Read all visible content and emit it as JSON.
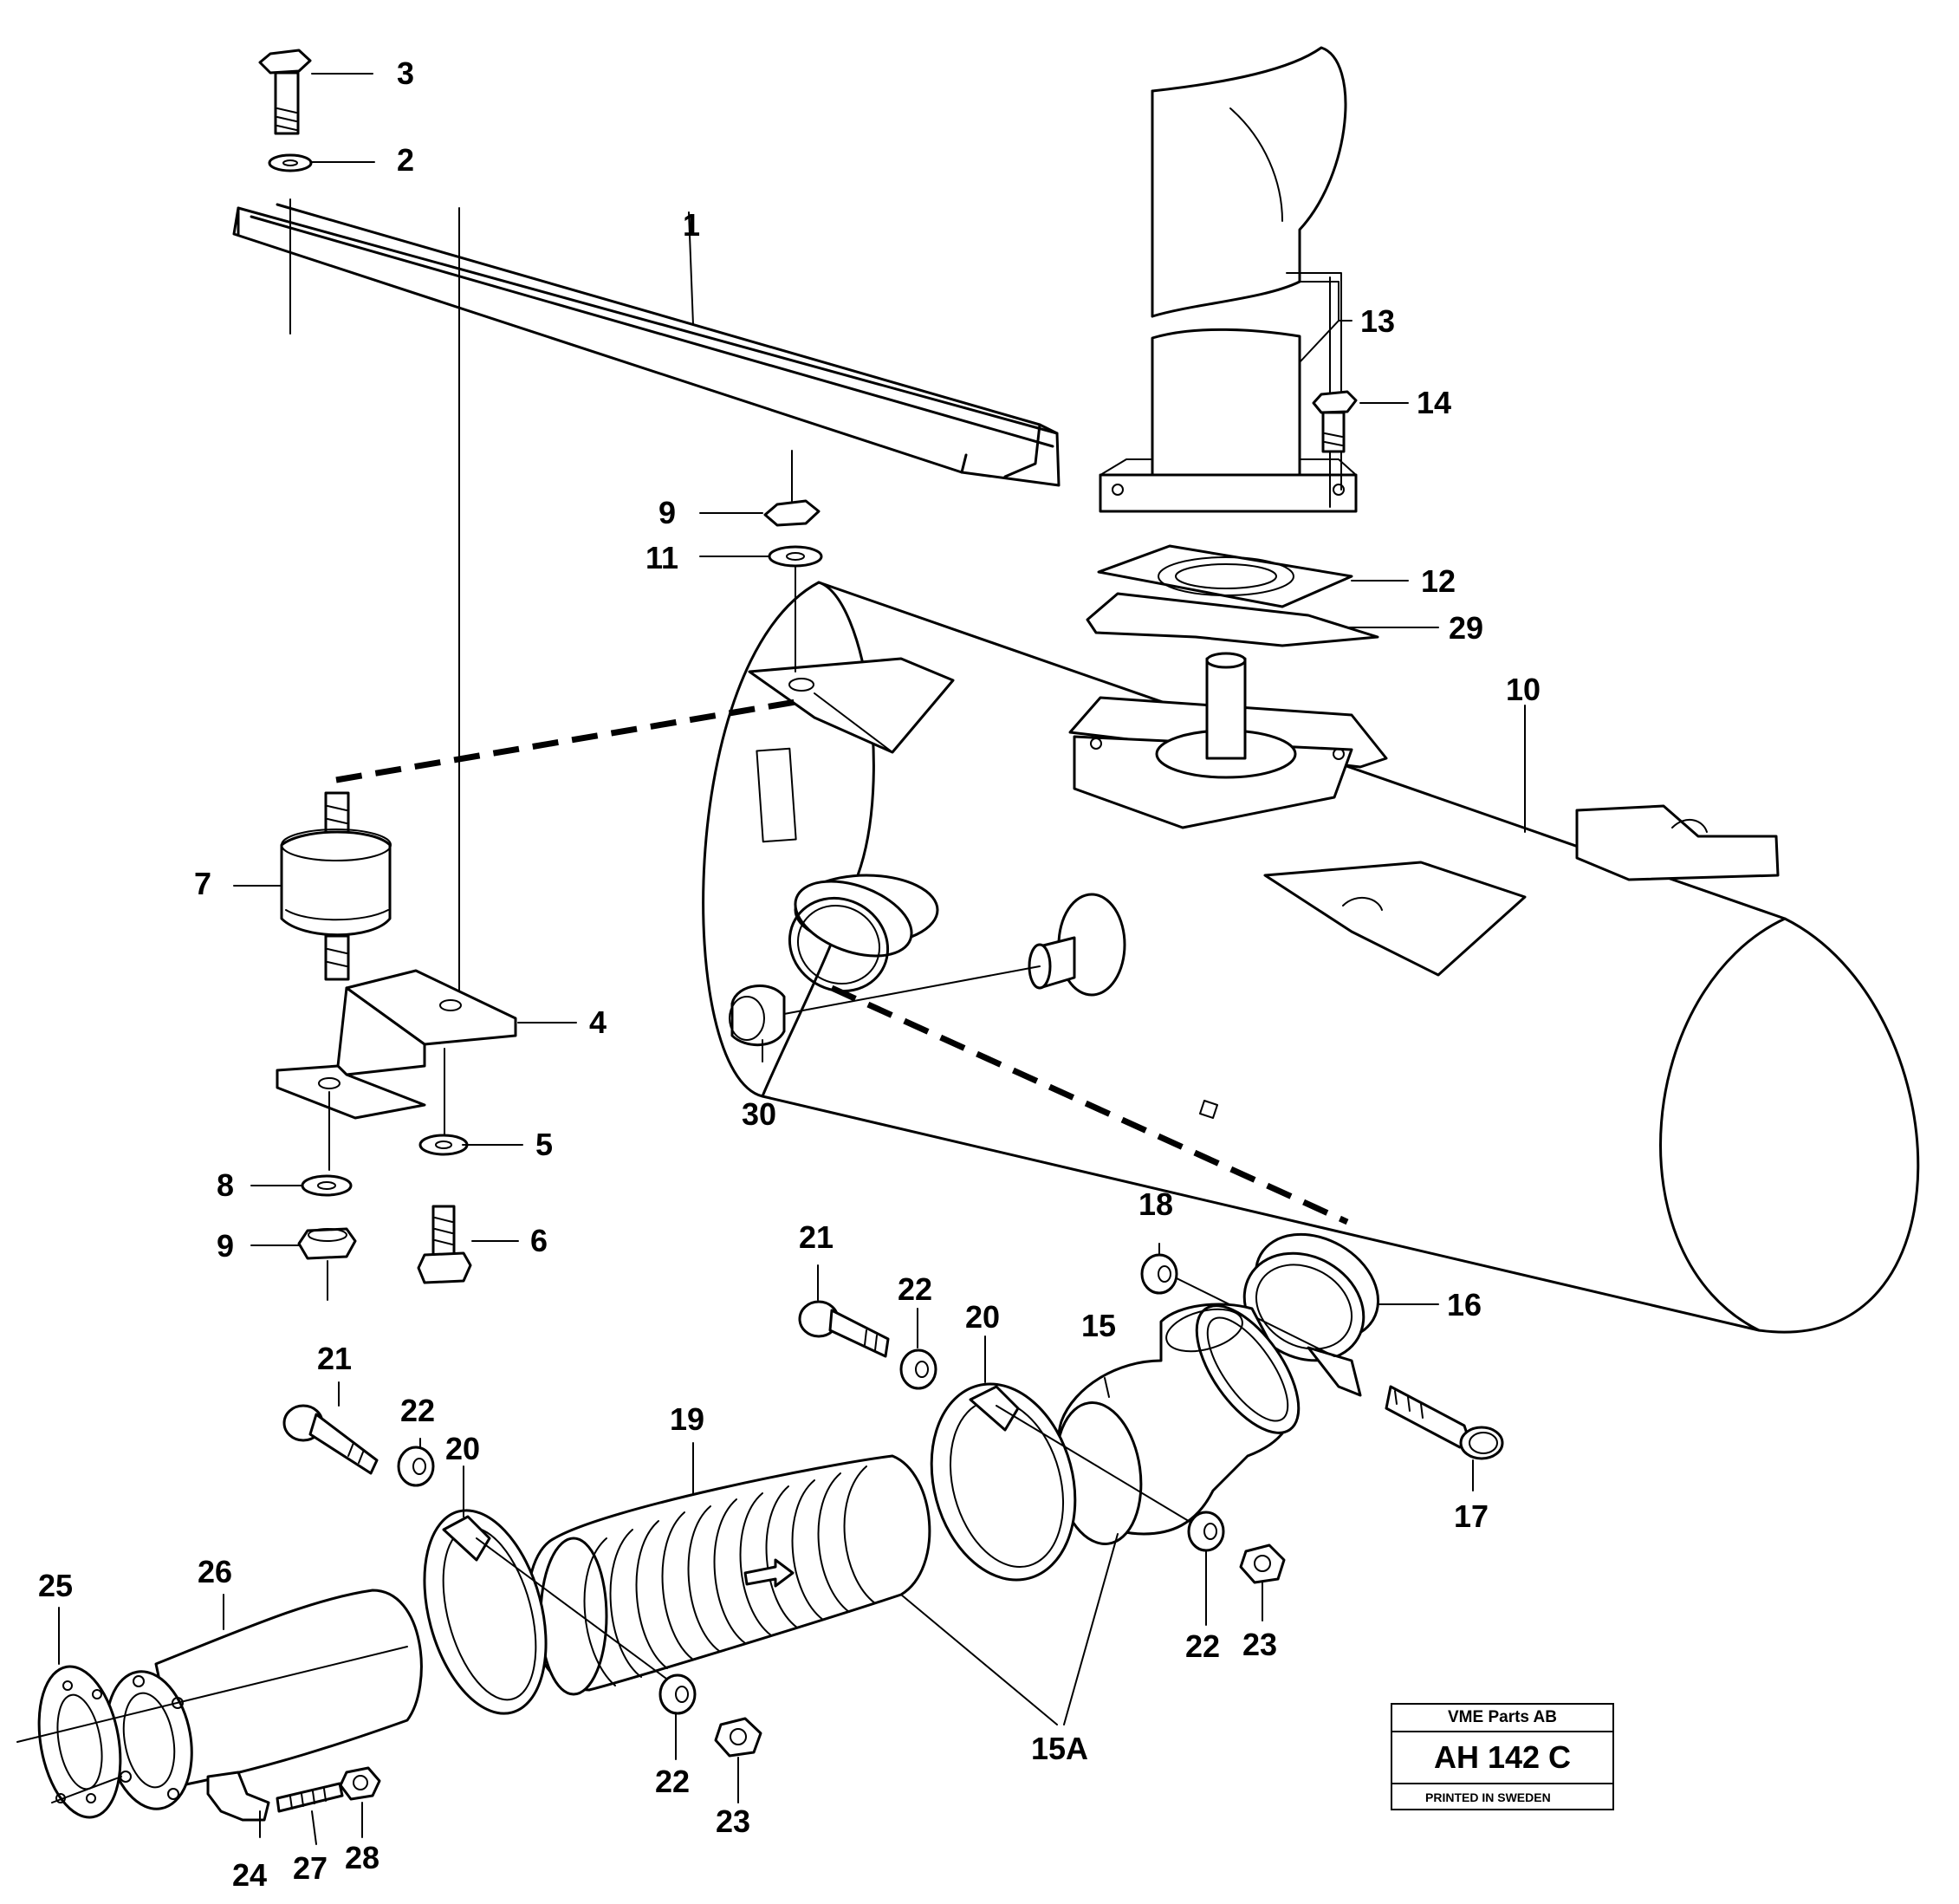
{
  "diagram": {
    "callouts": [
      {
        "id": "c1",
        "text": "1"
      },
      {
        "id": "c2",
        "text": "2"
      },
      {
        "id": "c3",
        "text": "3"
      },
      {
        "id": "c4",
        "text": "4"
      },
      {
        "id": "c5",
        "text": "5"
      },
      {
        "id": "c6",
        "text": "6"
      },
      {
        "id": "c7",
        "text": "7"
      },
      {
        "id": "c8",
        "text": "8"
      },
      {
        "id": "c9a",
        "text": "9"
      },
      {
        "id": "c9b",
        "text": "9"
      },
      {
        "id": "c10",
        "text": "10"
      },
      {
        "id": "c11",
        "text": "11"
      },
      {
        "id": "c12",
        "text": "12"
      },
      {
        "id": "c13",
        "text": "13"
      },
      {
        "id": "c14",
        "text": "14"
      },
      {
        "id": "c15",
        "text": "15"
      },
      {
        "id": "c15a",
        "text": "15A"
      },
      {
        "id": "c16",
        "text": "16"
      },
      {
        "id": "c17",
        "text": "17"
      },
      {
        "id": "c18",
        "text": "18"
      },
      {
        "id": "c19",
        "text": "19"
      },
      {
        "id": "c20a",
        "text": "20"
      },
      {
        "id": "c20b",
        "text": "20"
      },
      {
        "id": "c21a",
        "text": "21"
      },
      {
        "id": "c21b",
        "text": "21"
      },
      {
        "id": "c22a",
        "text": "22"
      },
      {
        "id": "c22b",
        "text": "22"
      },
      {
        "id": "c22c",
        "text": "22"
      },
      {
        "id": "c22d",
        "text": "22"
      },
      {
        "id": "c23a",
        "text": "23"
      },
      {
        "id": "c23b",
        "text": "23"
      },
      {
        "id": "c24",
        "text": "24"
      },
      {
        "id": "c25",
        "text": "25"
      },
      {
        "id": "c26",
        "text": "26"
      },
      {
        "id": "c27",
        "text": "27"
      },
      {
        "id": "c28",
        "text": "28"
      },
      {
        "id": "c29",
        "text": "29"
      },
      {
        "id": "c30",
        "text": "30"
      }
    ]
  },
  "stamp": {
    "company": "VME Parts AB",
    "code": "AH 142 C",
    "printed": "PRINTED IN SWEDEN"
  }
}
